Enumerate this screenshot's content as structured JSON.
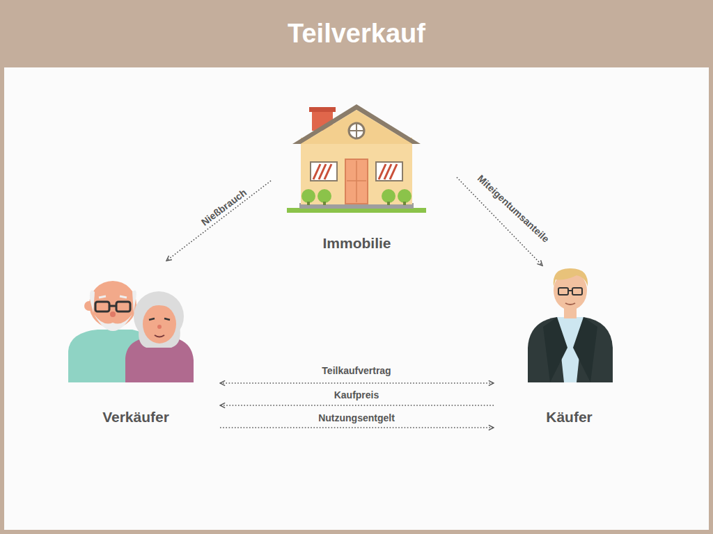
{
  "diagram": {
    "title": "Teilverkauf",
    "nodes": [
      {
        "text": [
          "Immobilie"
        ]
      },
      {
        "text": [
          "Verkäufer"
        ]
      },
      {
        "text": [
          "Käufer"
        ]
      }
    ],
    "edges": [
      {
        "from": 0,
        "to": 1,
        "label": "Nießbrauch",
        "arrow": "to"
      },
      {
        "from": 0,
        "to": 2,
        "label": "Miteigentumsanteile",
        "arrow": "to"
      },
      {
        "from": 1,
        "to": 2,
        "label": "Teilkaufvertrag",
        "arrow": "both"
      },
      {
        "from": 2,
        "to": 1,
        "label": "Kaufpreis",
        "arrow": "to"
      },
      {
        "from": 1,
        "to": 2,
        "label": "Nutzungsentgelt",
        "arrow": "to"
      }
    ]
  }
}
